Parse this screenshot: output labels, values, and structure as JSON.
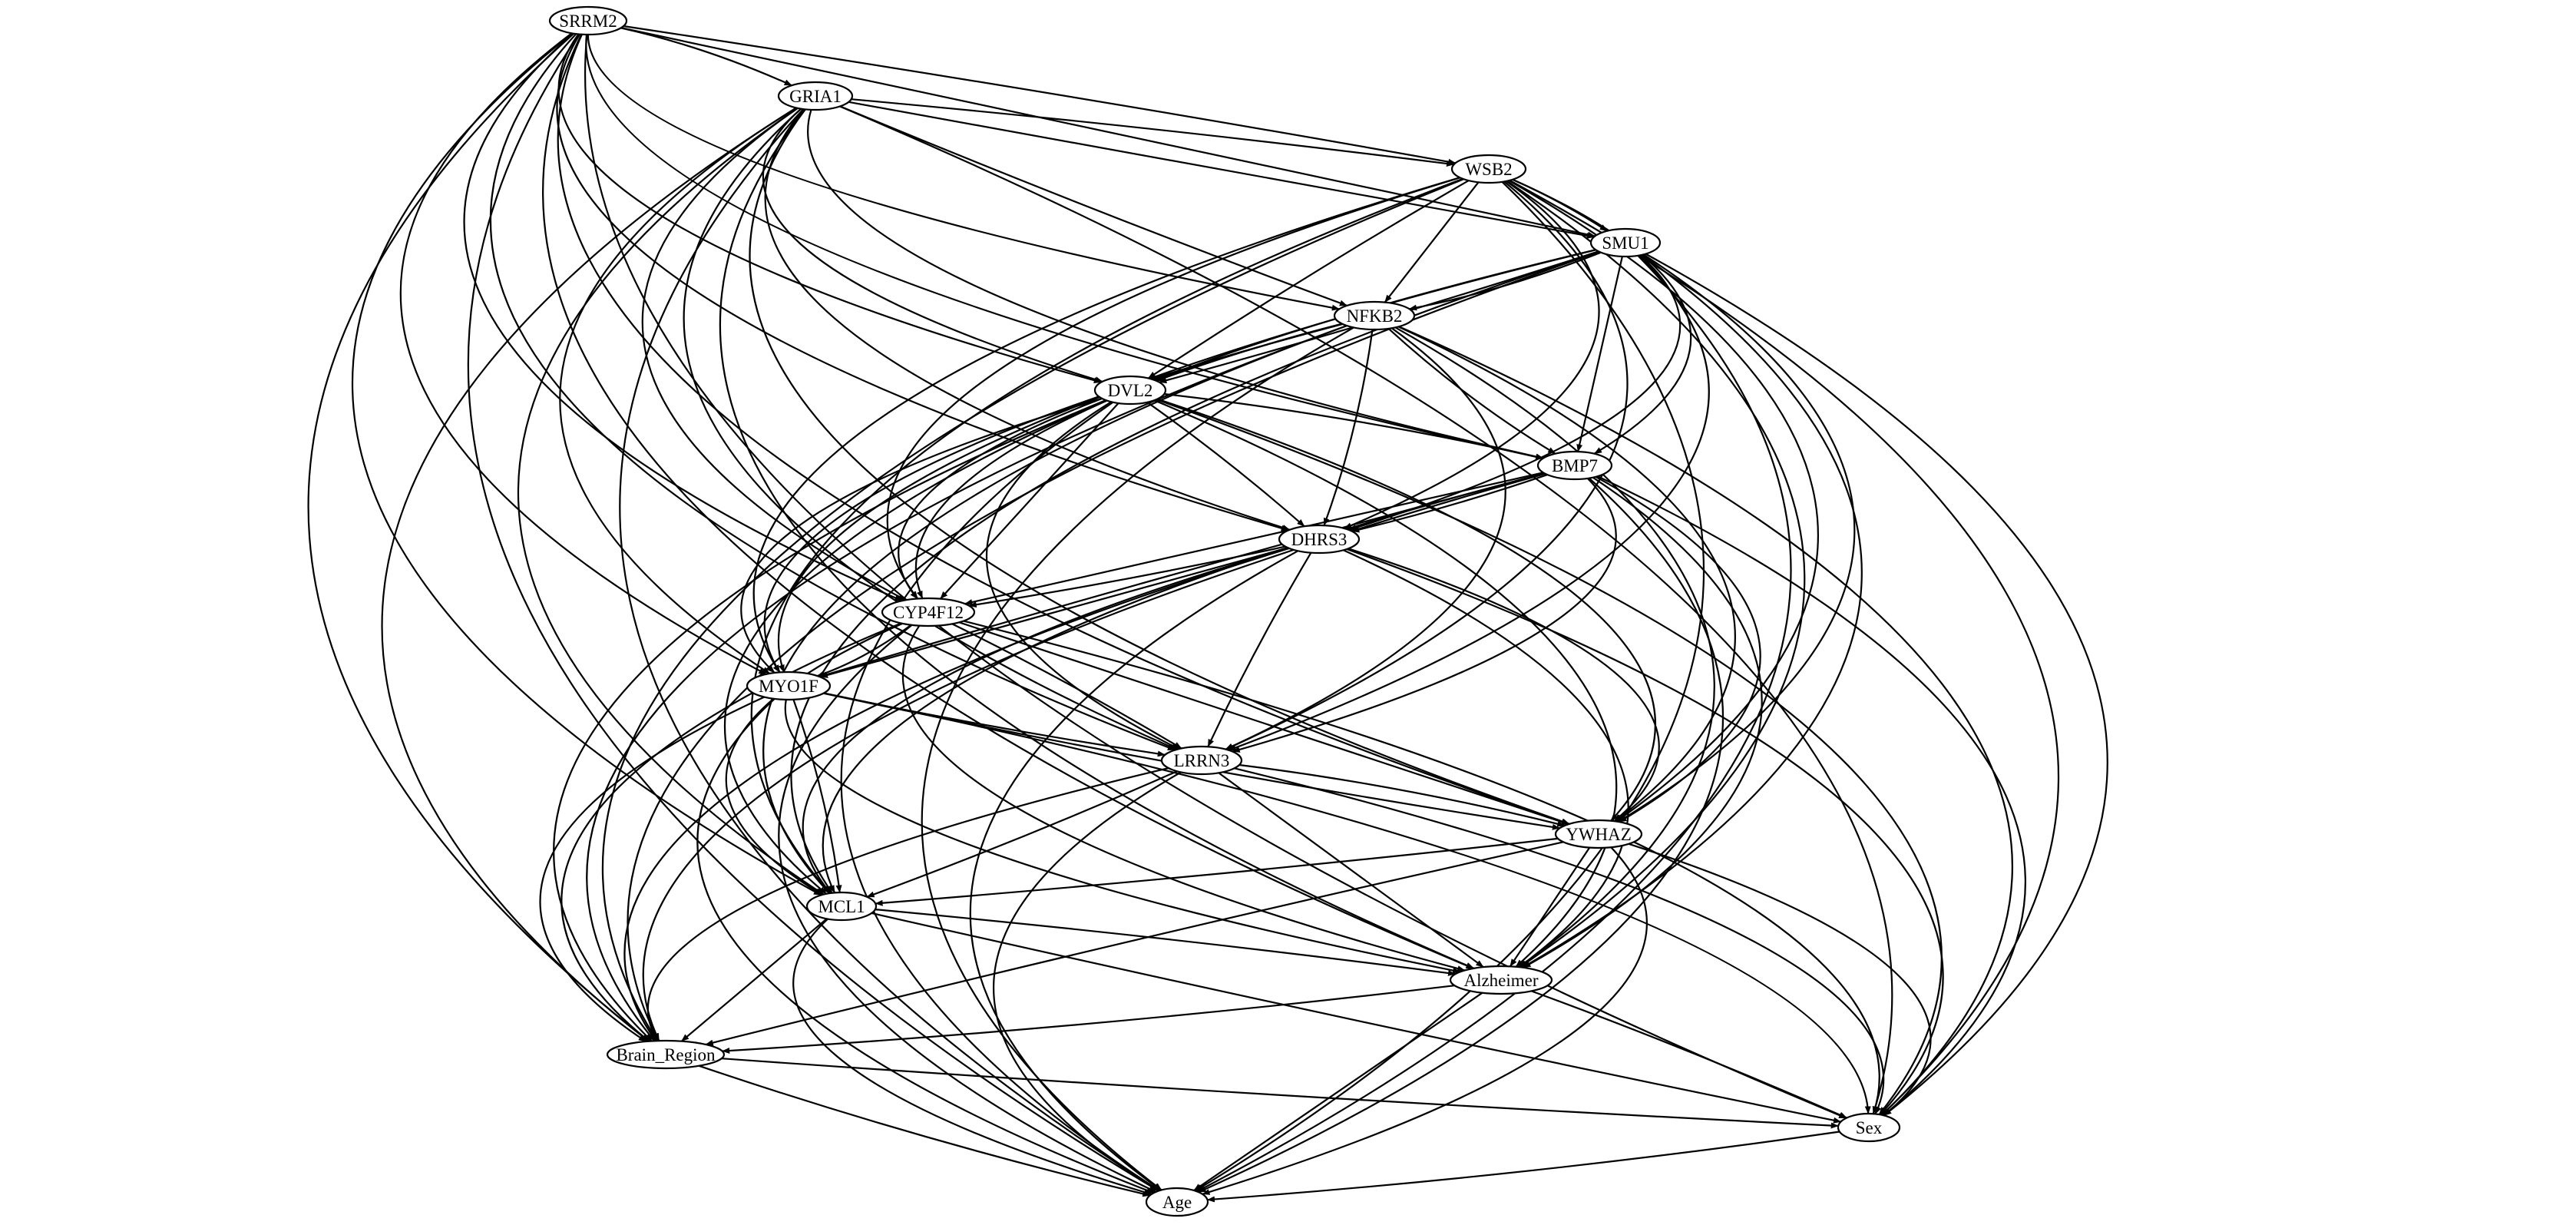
{
  "graph": {
    "nodes": [
      {
        "id": "SRRM2",
        "label": "SRRM2"
      },
      {
        "id": "GRIA1",
        "label": "GRIA1"
      },
      {
        "id": "WSB2",
        "label": "WSB2"
      },
      {
        "id": "SMU1",
        "label": "SMU1"
      },
      {
        "id": "NFKB2",
        "label": "NFKB2"
      },
      {
        "id": "DVL2",
        "label": "DVL2"
      },
      {
        "id": "BMP7",
        "label": "BMP7"
      },
      {
        "id": "DHRS3",
        "label": "DHRS3"
      },
      {
        "id": "CYP4F12",
        "label": "CYP4F12"
      },
      {
        "id": "MYO1F",
        "label": "MYO1F"
      },
      {
        "id": "LRRN3",
        "label": "LRRN3"
      },
      {
        "id": "YWHAZ",
        "label": "YWHAZ"
      },
      {
        "id": "MCL1",
        "label": "MCL1"
      },
      {
        "id": "Alzheimer",
        "label": "Alzheimer"
      },
      {
        "id": "Brain_Region",
        "label": "Brain_Region"
      },
      {
        "id": "Sex",
        "label": "Sex"
      },
      {
        "id": "Age",
        "label": "Age"
      }
    ],
    "edges": [
      [
        "SRRM2",
        "GRIA1"
      ],
      [
        "SRRM2",
        "WSB2"
      ],
      [
        "SRRM2",
        "SMU1"
      ],
      [
        "SRRM2",
        "NFKB2"
      ],
      [
        "SRRM2",
        "DVL2"
      ],
      [
        "SRRM2",
        "BMP7"
      ],
      [
        "SRRM2",
        "DHRS3"
      ],
      [
        "SRRM2",
        "CYP4F12"
      ],
      [
        "SRRM2",
        "MYO1F"
      ],
      [
        "SRRM2",
        "LRRN3"
      ],
      [
        "SRRM2",
        "YWHAZ"
      ],
      [
        "SRRM2",
        "MCL1"
      ],
      [
        "SRRM2",
        "Alzheimer"
      ],
      [
        "SRRM2",
        "Brain_Region"
      ],
      [
        "SRRM2",
        "Sex"
      ],
      [
        "SRRM2",
        "Age"
      ],
      [
        "GRIA1",
        "WSB2"
      ],
      [
        "GRIA1",
        "SMU1"
      ],
      [
        "GRIA1",
        "NFKB2"
      ],
      [
        "GRIA1",
        "DVL2"
      ],
      [
        "GRIA1",
        "BMP7"
      ],
      [
        "GRIA1",
        "DHRS3"
      ],
      [
        "GRIA1",
        "CYP4F12"
      ],
      [
        "GRIA1",
        "MYO1F"
      ],
      [
        "GRIA1",
        "LRRN3"
      ],
      [
        "GRIA1",
        "YWHAZ"
      ],
      [
        "GRIA1",
        "MCL1"
      ],
      [
        "GRIA1",
        "Alzheimer"
      ],
      [
        "GRIA1",
        "Brain_Region"
      ],
      [
        "GRIA1",
        "Sex"
      ],
      [
        "GRIA1",
        "Age"
      ],
      [
        "WSB2",
        "SMU1"
      ],
      [
        "WSB2",
        "NFKB2"
      ],
      [
        "WSB2",
        "DVL2"
      ],
      [
        "WSB2",
        "BMP7"
      ],
      [
        "WSB2",
        "DHRS3"
      ],
      [
        "WSB2",
        "CYP4F12"
      ],
      [
        "WSB2",
        "MYO1F"
      ],
      [
        "WSB2",
        "LRRN3"
      ],
      [
        "WSB2",
        "YWHAZ"
      ],
      [
        "WSB2",
        "MCL1"
      ],
      [
        "WSB2",
        "Alzheimer"
      ],
      [
        "WSB2",
        "Brain_Region"
      ],
      [
        "WSB2",
        "Sex"
      ],
      [
        "WSB2",
        "Age"
      ],
      [
        "SMU1",
        "NFKB2"
      ],
      [
        "SMU1",
        "DVL2"
      ],
      [
        "SMU1",
        "BMP7"
      ],
      [
        "SMU1",
        "DHRS3"
      ],
      [
        "SMU1",
        "CYP4F12"
      ],
      [
        "SMU1",
        "MYO1F"
      ],
      [
        "SMU1",
        "LRRN3"
      ],
      [
        "SMU1",
        "YWHAZ"
      ],
      [
        "SMU1",
        "MCL1"
      ],
      [
        "SMU1",
        "Alzheimer"
      ],
      [
        "SMU1",
        "Brain_Region"
      ],
      [
        "SMU1",
        "Sex"
      ],
      [
        "SMU1",
        "Age"
      ],
      [
        "NFKB2",
        "DVL2"
      ],
      [
        "NFKB2",
        "BMP7"
      ],
      [
        "NFKB2",
        "DHRS3"
      ],
      [
        "NFKB2",
        "CYP4F12"
      ],
      [
        "NFKB2",
        "MYO1F"
      ],
      [
        "NFKB2",
        "LRRN3"
      ],
      [
        "NFKB2",
        "YWHAZ"
      ],
      [
        "NFKB2",
        "MCL1"
      ],
      [
        "NFKB2",
        "Alzheimer"
      ],
      [
        "NFKB2",
        "Brain_Region"
      ],
      [
        "NFKB2",
        "Sex"
      ],
      [
        "NFKB2",
        "Age"
      ],
      [
        "DVL2",
        "BMP7"
      ],
      [
        "DVL2",
        "DHRS3"
      ],
      [
        "DVL2",
        "CYP4F12"
      ],
      [
        "DVL2",
        "MYO1F"
      ],
      [
        "DVL2",
        "LRRN3"
      ],
      [
        "DVL2",
        "YWHAZ"
      ],
      [
        "DVL2",
        "MCL1"
      ],
      [
        "DVL2",
        "Alzheimer"
      ],
      [
        "DVL2",
        "Brain_Region"
      ],
      [
        "DVL2",
        "Sex"
      ],
      [
        "DVL2",
        "Age"
      ],
      [
        "BMP7",
        "DHRS3"
      ],
      [
        "BMP7",
        "CYP4F12"
      ],
      [
        "BMP7",
        "MYO1F"
      ],
      [
        "BMP7",
        "LRRN3"
      ],
      [
        "BMP7",
        "YWHAZ"
      ],
      [
        "BMP7",
        "MCL1"
      ],
      [
        "BMP7",
        "Alzheimer"
      ],
      [
        "BMP7",
        "Brain_Region"
      ],
      [
        "BMP7",
        "Sex"
      ],
      [
        "BMP7",
        "Age"
      ],
      [
        "DHRS3",
        "CYP4F12"
      ],
      [
        "DHRS3",
        "MYO1F"
      ],
      [
        "DHRS3",
        "LRRN3"
      ],
      [
        "DHRS3",
        "YWHAZ"
      ],
      [
        "DHRS3",
        "MCL1"
      ],
      [
        "DHRS3",
        "Alzheimer"
      ],
      [
        "DHRS3",
        "Brain_Region"
      ],
      [
        "DHRS3",
        "Sex"
      ],
      [
        "DHRS3",
        "Age"
      ],
      [
        "CYP4F12",
        "MYO1F"
      ],
      [
        "CYP4F12",
        "LRRN3"
      ],
      [
        "CYP4F12",
        "YWHAZ"
      ],
      [
        "CYP4F12",
        "MCL1"
      ],
      [
        "CYP4F12",
        "Alzheimer"
      ],
      [
        "CYP4F12",
        "Brain_Region"
      ],
      [
        "CYP4F12",
        "Sex"
      ],
      [
        "CYP4F12",
        "Age"
      ],
      [
        "MYO1F",
        "LRRN3"
      ],
      [
        "MYO1F",
        "YWHAZ"
      ],
      [
        "MYO1F",
        "MCL1"
      ],
      [
        "MYO1F",
        "Alzheimer"
      ],
      [
        "MYO1F",
        "Brain_Region"
      ],
      [
        "MYO1F",
        "Sex"
      ],
      [
        "MYO1F",
        "Age"
      ],
      [
        "LRRN3",
        "YWHAZ"
      ],
      [
        "LRRN3",
        "MCL1"
      ],
      [
        "LRRN3",
        "Alzheimer"
      ],
      [
        "LRRN3",
        "Brain_Region"
      ],
      [
        "LRRN3",
        "Sex"
      ],
      [
        "LRRN3",
        "Age"
      ],
      [
        "YWHAZ",
        "MCL1"
      ],
      [
        "YWHAZ",
        "Alzheimer"
      ],
      [
        "YWHAZ",
        "Brain_Region"
      ],
      [
        "YWHAZ",
        "Sex"
      ],
      [
        "YWHAZ",
        "Age"
      ],
      [
        "MCL1",
        "Alzheimer"
      ],
      [
        "MCL1",
        "Brain_Region"
      ],
      [
        "MCL1",
        "Sex"
      ],
      [
        "MCL1",
        "Age"
      ],
      [
        "Alzheimer",
        "Brain_Region"
      ],
      [
        "Alzheimer",
        "Sex"
      ],
      [
        "Alzheimer",
        "Age"
      ],
      [
        "Brain_Region",
        "Sex"
      ],
      [
        "Brain_Region",
        "Age"
      ],
      [
        "Sex",
        "Age"
      ]
    ]
  }
}
